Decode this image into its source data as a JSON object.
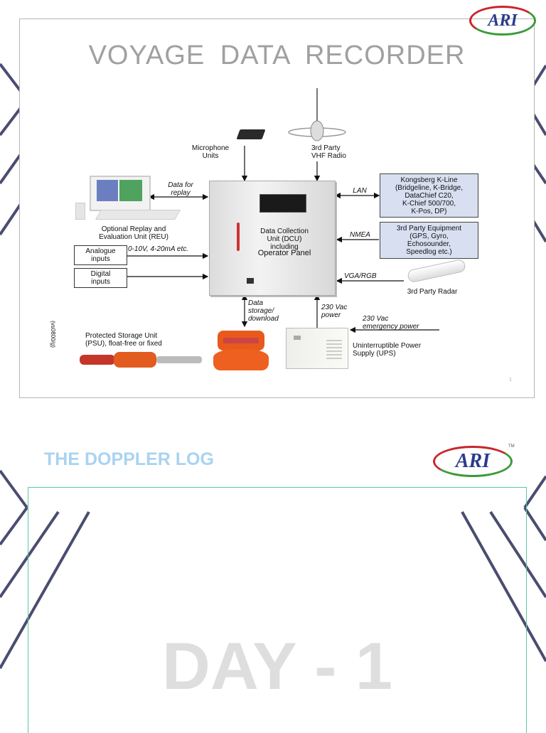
{
  "slide1": {
    "title": "VOYAGE  DATA  RECORDER",
    "page_number": "1",
    "diagram": {
      "microphone": "Microphone\nUnits",
      "vhf": "3rd Party\nVHF Radio",
      "data_for_replay": "Data for\nreplay",
      "reu": "Optional Replay and\nEvaluation Unit (REU)",
      "lan": "LAN",
      "kongsberg": "Kongsberg K-Line\n(Bridgeline, K-Bridge,\nDataChief C20,\nK-Chief 500/700,\nK-Pos, DP)",
      "nmea": "NMEA",
      "third_party_equipment": "3rd Party Equipment\n(GPS, Gyro,\nEchosounder,\nSpeedlog etc.)",
      "dcu": "Data Collection\nUnit (DCU)\nincluding",
      "operator_panel": "Operator Panel",
      "analogue": "Analogue\ninputs",
      "analogue_range": "0-10V, 4-20mA etc.",
      "digital": "Digital\ninputs",
      "vga": "VGA/RGB",
      "radar": "3rd Party Radar",
      "storage": "Data\nstorage/\ndownload",
      "power230": "230 Vac\npower",
      "emergency": "230 Vac\nemergency power",
      "ups": "Uninterruptible Power\nSupply (UPS)",
      "psu": "Protected Storage Unit\n(PSU), float-free or fixed",
      "code": "(vs0800/g)"
    }
  },
  "slide2": {
    "heading": "THE DOPPLER LOG",
    "day": "DAY - 1"
  },
  "logos": {
    "text": "ARI",
    "tm": "TM"
  },
  "colors": {
    "accent_slate": "#4a4d70",
    "logo_blue": "#2a3b8c",
    "logo_red": "#c8262c",
    "logo_green": "#3b9b3a",
    "doppler_title": "#a9d3f1",
    "frame_green": "#5fc7a3",
    "box_blue": "#d7dff0"
  }
}
